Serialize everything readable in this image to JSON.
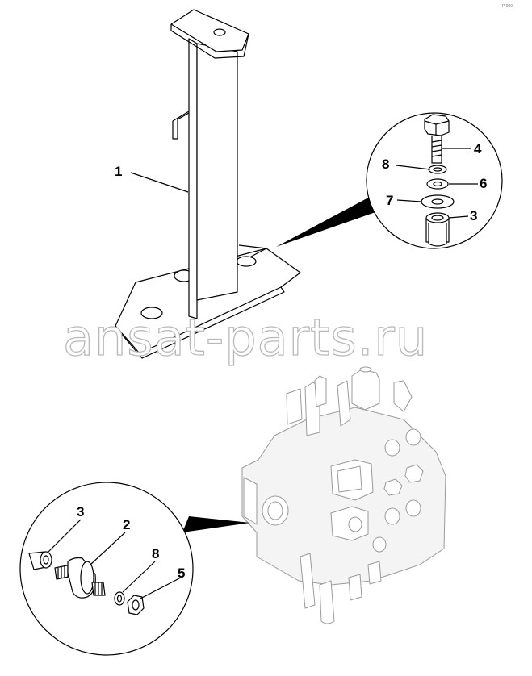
{
  "corner_mark": "P 000",
  "watermark": "ansat-parts.ru",
  "callouts": {
    "stand": "1",
    "bolt": "4",
    "lock_washer_top": "8",
    "washer_small": "6",
    "washer_large": "7",
    "bushing_top": "3",
    "bushing_bottom": "3",
    "isolator": "2",
    "lock_washer_bottom": "8",
    "nut": "5"
  }
}
